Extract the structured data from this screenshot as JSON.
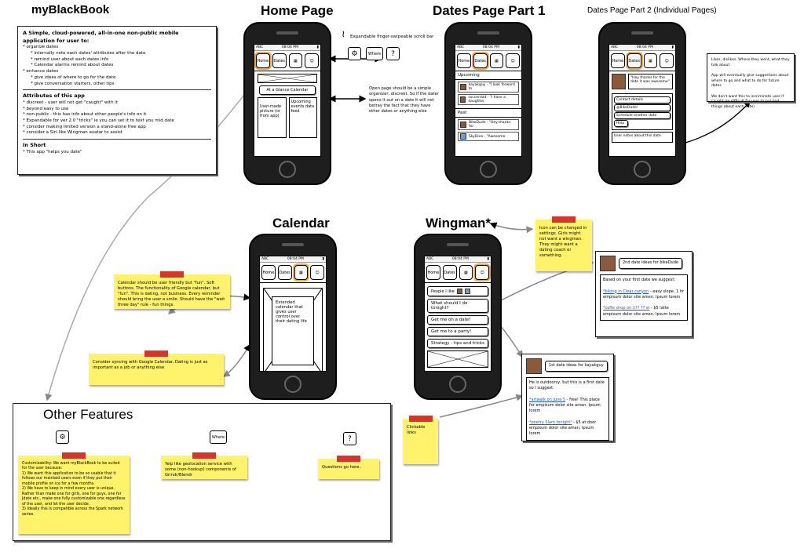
{
  "titles": {
    "app": "myBlackBook",
    "home": "Home Page",
    "dates1": "Dates Page Part 1",
    "dates2": "Dates Page Part 2 (Individual Pages)",
    "calendar": "Calendar",
    "wingman": "Wingman*",
    "other": "Other Features"
  },
  "description": {
    "headline": "A Simple, cloud-powered, all-in-one non-public mobile application for user to:",
    "lines": [
      "* organize dates",
      "* internally note each dates' attributes after the date",
      "* remind user about each dates info",
      "* Calendar alarms remind about dates",
      "* enhance dates",
      "* give ideas of where to go for the date",
      "* give conversation starters, other tips"
    ],
    "attr_title": "Attributes of this app",
    "attrs": [
      "* discreet - user will not get \"caught\" with it",
      "* beyond easy to use",
      "* non-public - this has info about other people's info on it",
      "* Expandable for ver 2.0 \"tricks\" ie you can set it to text you mid date",
      "* consider making limited version a stand-alone free app",
      "* consider a Siri-like Wingman avatar to assist"
    ],
    "short_title": "In Short",
    "short": "* This app \"helps you date\""
  },
  "status": {
    "carrier": "ABC",
    "time": "08:04 PM"
  },
  "tabs": {
    "home": "Home",
    "dates": "Dates"
  },
  "home": {
    "calendar_label": "At a Glance Calendar",
    "picture_label": "User-made picture (or from app)",
    "events_label": "Upcoming events data feed"
  },
  "home_notes": {
    "scrollbar": "Expandable finger-swipeable scroll bar",
    "where": "Where",
    "question": "?",
    "open_page": "Open page should be a simple organizer, discreet. So if the dater opens it out on a date it will not betray the fact that they have other dates or anything else"
  },
  "dates1": {
    "upcoming": "Upcoming",
    "past": "Past",
    "upcoming_rows": [
      "kayakguy - \"I look forward to",
      "soccerdad - \"I have a daughter."
    ],
    "past_rows": [
      "BikeDude - \"Hey thanks for",
      "SkyDive - \"Awesome"
    ]
  },
  "dates2": {
    "quote": "\"Hey thanks for the date it was awesome\"",
    "buttons": [
      "Contact details",
      "@BikeDude!",
      "Schedule another date",
      "Help"
    ],
    "notes": "User notes about this date"
  },
  "dates2_note": {
    "p1": "Likes, dislikes. Where they went, what they talk about",
    "p2": "App will eventually give suggestions about where to go and what to do for future dates",
    "p3": "We don't want this to incriminate user if caught (ie difficult for user to put bad things about each date)"
  },
  "calendar": {
    "text": "Extended calendar that gives user control over their dating life"
  },
  "calendar_notes": {
    "note1": "Calendar should be user friendly but \"fun\". Soft buttons. The functionality of Google calendar, but \"fun\". This is dating, not business. Every reminder should bring the user a smile. Should have the \"wait three day\" rule - fun things.",
    "note2": "Consider syncing with Google Calendar. Dating is just as important as a job or anything else"
  },
  "wingman": {
    "people": "People I like",
    "buttons": [
      "What should I do tonight?",
      "Get me on a date!",
      "Get me to a party!",
      "Strategy - tips and tricks"
    ]
  },
  "wingman_notes": {
    "icon": "Icon can be changed in settings. Girls might not want a wingman. They might want a dating coach or something.",
    "links": "Clickable links"
  },
  "popup_bike": {
    "title": "2nd date ideas for bikeDude",
    "intro": "Based on your first date we suggest:",
    "link1": "*biking in Clear canyon",
    "text1": " - easy slope, 1 hr empisum dolor site amen. Ipsum lorem",
    "link2": "*coffe shop on 1?? ?? st",
    "text2": " - $5 latte empisum dolor site amen. Ipsum lorem"
  },
  "popup_kayak": {
    "title": "1st date ideas for kayakguy",
    "intro": "He is outdoorsy, but this is a first date so I suggest:",
    "link1": "*artwalk on June 5",
    "text1": " - free! This place for empisum dolor site amen. Ipsum lorem",
    "link2": "*poetry Slam tonight!",
    "text2": " - $5 at door empisum dolor site amen. Ipsum lorem"
  },
  "other": {
    "where": "Where",
    "question": "?",
    "note_custom": "Customizability: We want myBlackBook to be suited for the user because:\n1) We want this application to be so usable that it follows our mainlaid users even if they put their mobile profile on ice for a few months.\n2) We have to keep in mind every user is unique. Rather than make one for girls, one for guys, one for Jdate etc., make one fully customizable one regardless of the user, and let the user decide.\n3) Ideally this is compatible across the Spark network series.",
    "note_geo": "Yelp like geolocation service with some (non-hookup) components of Grindr/Blendr",
    "note_q": "Questions go here.."
  }
}
